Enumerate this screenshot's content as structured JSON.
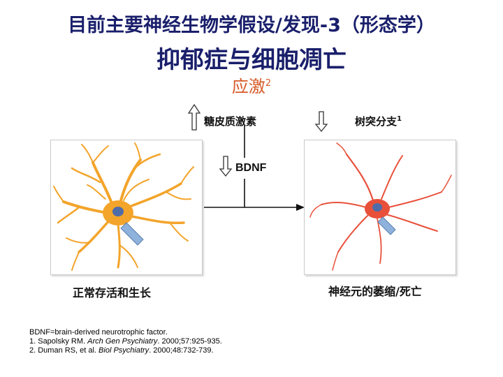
{
  "header": {
    "title": "目前主要神经生物学假设/发现-3（形态学）",
    "subtitle": "抑郁症与细胞凋亡",
    "stress": "应激",
    "stress_sup": "2"
  },
  "labels": {
    "glucocorticoid": "糖皮质激素",
    "dendrite_branching": "树突分支",
    "dendrite_sup": "1",
    "bdnf": "BDNF"
  },
  "captions": {
    "left": "正常存活和生长",
    "right": "神经元的萎缩/死亡"
  },
  "footnotes": {
    "line1": "BDNF=brain-derived neurotrophic factor.",
    "line2_pre": "1. Sapolsky RM. ",
    "line2_journal": "Arch Gen Psychiatry",
    "line2_post": ". 2000;57:925-935.",
    "line3_pre": "2. Duman RS, et al. ",
    "line3_journal": "Biol Psychiatry",
    "line3_post": ". 2000;48:732-739."
  },
  "colors": {
    "title": "#1a1f6b",
    "stress": "#d65a28",
    "neuron_healthy": "#f3a42a",
    "neuron_atrophic": "#e8503a",
    "nucleus": "#4e6ca8",
    "axon": "#8fb2dc"
  }
}
